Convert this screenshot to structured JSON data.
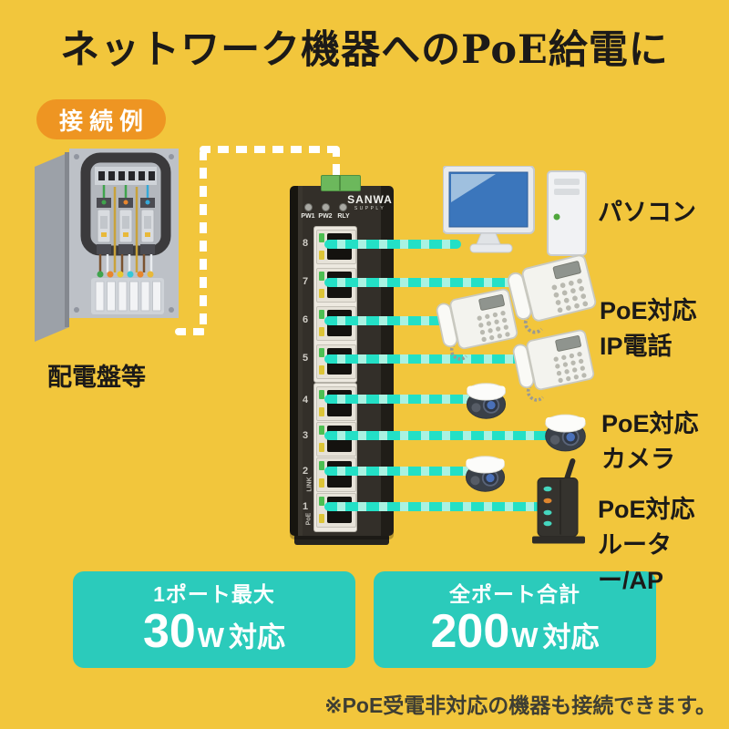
{
  "title": "ネットワーク機器へのPoE給電に",
  "badge": "接続例",
  "panel": {
    "label": "配電盤等"
  },
  "switch": {
    "brand": "SANWA",
    "brand_sub": "SUPPLY",
    "leds": [
      "PW1",
      "PW2",
      "RLY"
    ],
    "ports": [
      "8",
      "7",
      "6",
      "5",
      "4",
      "3",
      "2",
      "1"
    ],
    "port_side_labels": {
      "link": "LINK",
      "poe": "PoE"
    }
  },
  "devices": {
    "pc": {
      "label": "パソコン"
    },
    "phone": {
      "label_line1": "PoE対応",
      "label_line2": "IP電話"
    },
    "camera": {
      "label_line1": "PoE対応",
      "label_line2": "カメラ"
    },
    "router": {
      "label_line1": "PoE対応",
      "label_line2": "ルーター/AP"
    }
  },
  "specs": [
    {
      "heading": "1ポート最大",
      "value": "30",
      "unit": "W",
      "suffix": "対応"
    },
    {
      "heading": "全ポート合計",
      "value": "200",
      "unit": "W",
      "suffix": "対応"
    }
  ],
  "footnote": "※PoE受電非対応の機器も接続できます。",
  "colors": {
    "background": "#F2C63C",
    "badge": "#EE9522",
    "spec_box": "#2BCBBB",
    "line_dash": "#23E0C6",
    "line_band": "#A9F2E2",
    "cable": "#FFFFFF",
    "switch_body": "#332F29"
  }
}
